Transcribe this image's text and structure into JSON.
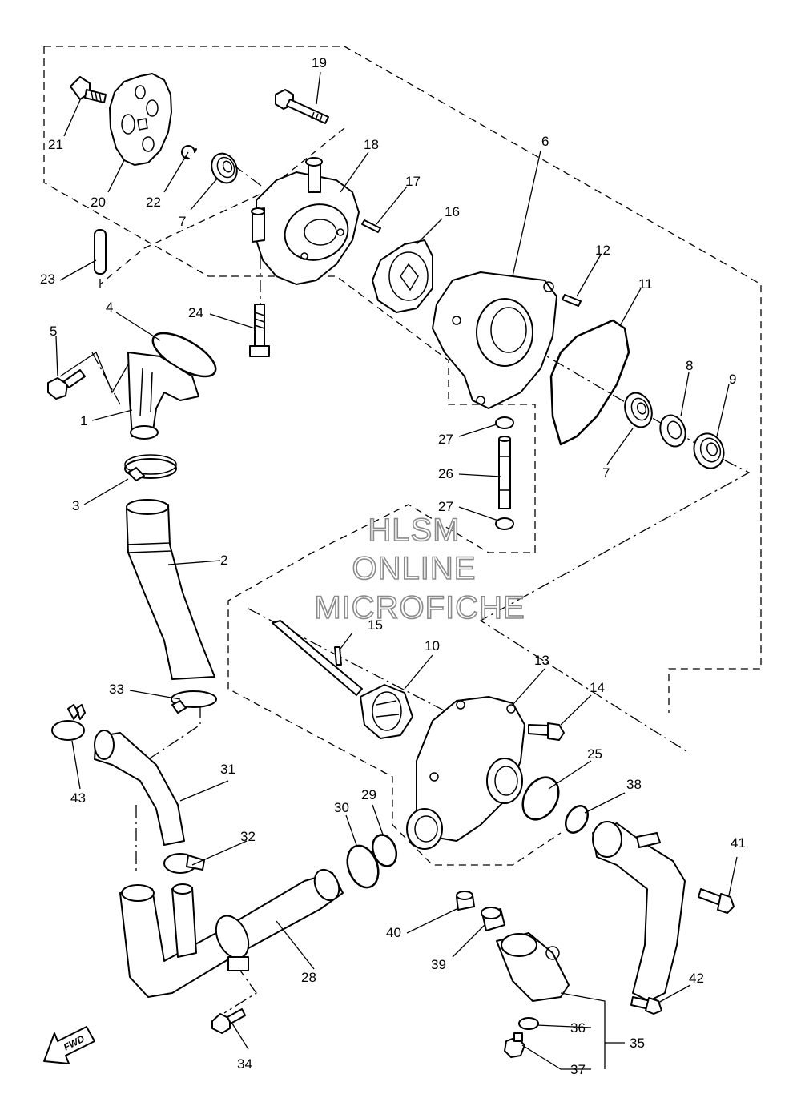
{
  "callouts": [
    {
      "id": "c1",
      "text": "1"
    },
    {
      "id": "c2",
      "text": "2"
    },
    {
      "id": "c3",
      "text": "3"
    },
    {
      "id": "c4",
      "text": "4"
    },
    {
      "id": "c5",
      "text": "5"
    },
    {
      "id": "c6",
      "text": "6"
    },
    {
      "id": "c7a",
      "text": "7"
    },
    {
      "id": "c7b",
      "text": "7"
    },
    {
      "id": "c8",
      "text": "8"
    },
    {
      "id": "c9",
      "text": "9"
    },
    {
      "id": "c10",
      "text": "10"
    },
    {
      "id": "c11",
      "text": "11"
    },
    {
      "id": "c12",
      "text": "12"
    },
    {
      "id": "c13",
      "text": "13"
    },
    {
      "id": "c14",
      "text": "14"
    },
    {
      "id": "c15",
      "text": "15"
    },
    {
      "id": "c16",
      "text": "16"
    },
    {
      "id": "c17",
      "text": "17"
    },
    {
      "id": "c18",
      "text": "18"
    },
    {
      "id": "c19",
      "text": "19"
    },
    {
      "id": "c20",
      "text": "20"
    },
    {
      "id": "c21",
      "text": "21"
    },
    {
      "id": "c22",
      "text": "22"
    },
    {
      "id": "c23",
      "text": "23"
    },
    {
      "id": "c24",
      "text": "24"
    },
    {
      "id": "c25",
      "text": "25"
    },
    {
      "id": "c26",
      "text": "26"
    },
    {
      "id": "c27a",
      "text": "27"
    },
    {
      "id": "c27b",
      "text": "27"
    },
    {
      "id": "c28",
      "text": "28"
    },
    {
      "id": "c29",
      "text": "29"
    },
    {
      "id": "c30",
      "text": "30"
    },
    {
      "id": "c31",
      "text": "31"
    },
    {
      "id": "c32",
      "text": "32"
    },
    {
      "id": "c33",
      "text": "33"
    },
    {
      "id": "c34",
      "text": "34"
    },
    {
      "id": "c35",
      "text": "35"
    },
    {
      "id": "c36",
      "text": "36"
    },
    {
      "id": "c37",
      "text": "37"
    },
    {
      "id": "c38",
      "text": "38"
    },
    {
      "id": "c39",
      "text": "39"
    },
    {
      "id": "c40",
      "text": "40"
    },
    {
      "id": "c41",
      "text": "41"
    },
    {
      "id": "c42",
      "text": "42"
    },
    {
      "id": "c43",
      "text": "43"
    }
  ],
  "watermark": {
    "line1": "HLSM",
    "line2": "ONLINE",
    "line3": "MICROFICHE"
  },
  "fwd_label": "FWD"
}
